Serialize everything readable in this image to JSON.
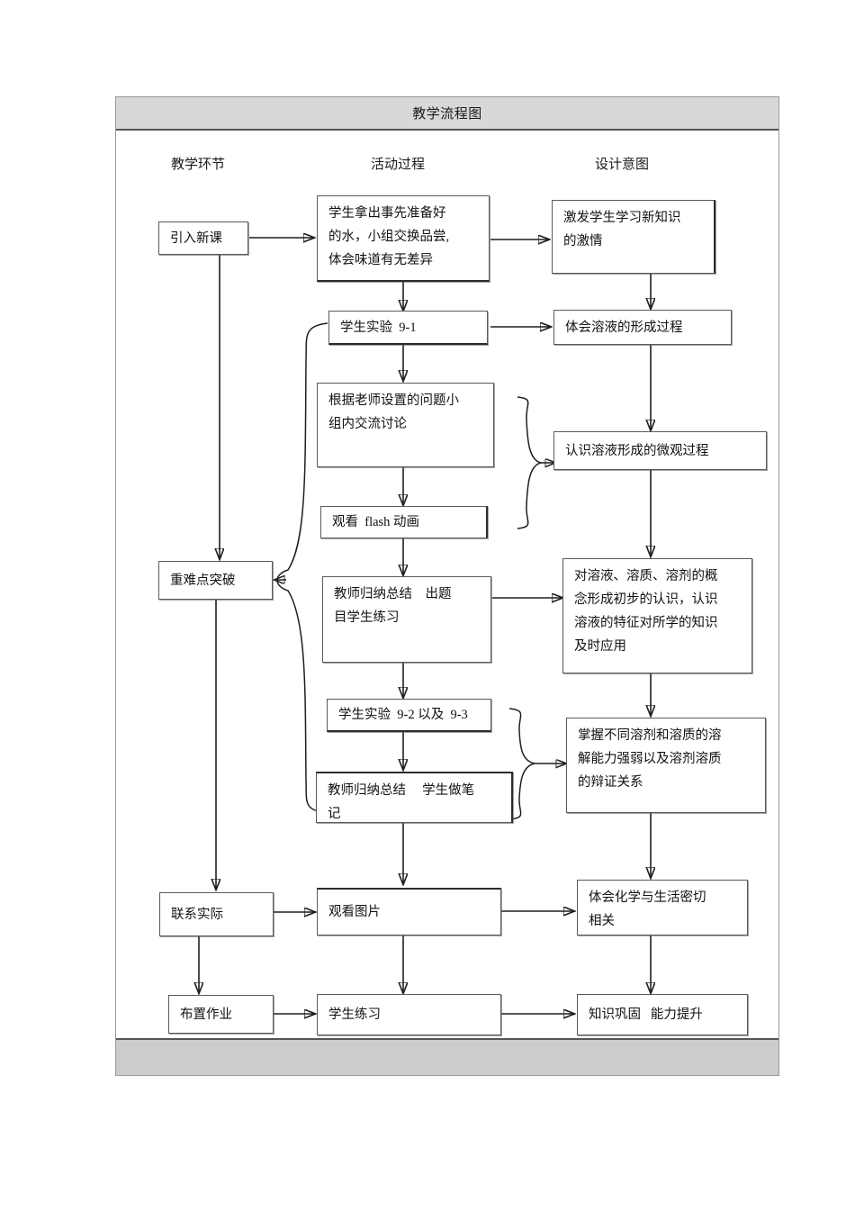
{
  "header": {
    "title": "教学流程图"
  },
  "columns": [
    {
      "label": "教学环节"
    },
    {
      "label": "活动过程"
    },
    {
      "label": "设计意图"
    }
  ],
  "nodes": {
    "intro_stage": {
      "label": "引入新课"
    },
    "difficulty_stage": {
      "label": "重难点突破"
    },
    "connect_reality": {
      "label": "联系实际"
    },
    "assign_homework": {
      "label": "布置作业"
    },
    "taste_water_l1": {
      "label": "学生拿出事先准备好"
    },
    "taste_water_l2": {
      "label": "的水，小组交换品尝,"
    },
    "taste_water_l3": {
      "label": "体会味道有无差异"
    },
    "experiment_91": {
      "label": "学生实验  9-1"
    },
    "group_discuss_l1": {
      "label": "根据老师设置的问题小"
    },
    "group_discuss_l2": {
      "label": "组内交流讨论"
    },
    "watch_flash": {
      "label": "观看  flash 动画"
    },
    "teacher_sum1_l1": {
      "label": "教师归纳总结    出题"
    },
    "teacher_sum1_l2": {
      "label": "目学生练习"
    },
    "experiment_92_93": {
      "label": "学生实验  9-2 以及  9-3"
    },
    "teacher_sum2_l1": {
      "label": "教师归纳总结     学生做笔"
    },
    "teacher_sum2_l2": {
      "label": "记"
    },
    "watch_pictures": {
      "label": "观看图片"
    },
    "student_practice": {
      "label": "学生练习"
    },
    "spark_interest_l1": {
      "label": "激发学生学习新知识"
    },
    "spark_interest_l2": {
      "label": "的激情"
    },
    "solution_forming": {
      "label": "体会溶液的形成过程"
    },
    "micro_process": {
      "label": "认识溶液形成的微观过程"
    },
    "concepts_l1": {
      "label": "对溶液、溶质、溶剂的概"
    },
    "concepts_l2": {
      "label": "念形成初步的认识，认识"
    },
    "concepts_l3": {
      "label": "溶液的特征对所学的知识"
    },
    "concepts_l4": {
      "label": "及时应用"
    },
    "solubility_l1": {
      "label": "掌握不同溶剂和溶质的溶"
    },
    "solubility_l2": {
      "label": "解能力强弱以及溶剂溶质"
    },
    "solubility_l3": {
      "label": "的辩证关系"
    },
    "chem_life_l1": {
      "label": "体会化学与生活密切"
    },
    "chem_life_l2": {
      "label": "相关"
    },
    "consolidate": {
      "label": "知识巩固   能力提升"
    }
  },
  "colors": {
    "header_fill": "#d8d8d8",
    "footer_fill": "#cccccc",
    "box_border": "#5a5a5a",
    "wire": "#1f1f1f",
    "frame_border": "#9a9a9a"
  }
}
